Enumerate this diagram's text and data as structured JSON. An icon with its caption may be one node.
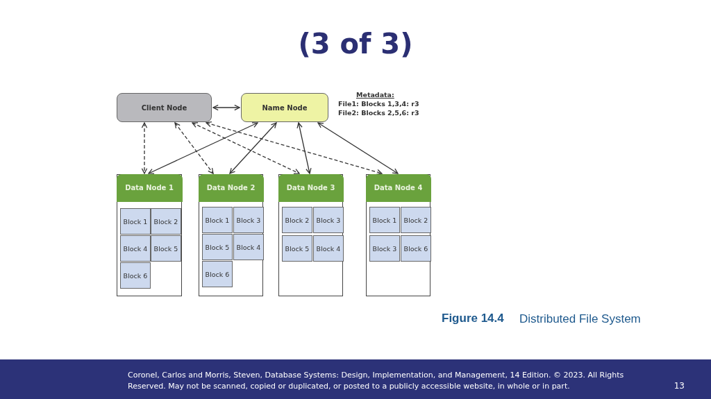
{
  "diagram": {
    "title": "(3 of 3)",
    "nodes": [
      {
        "text": [
          "Client Node"
        ]
      },
      {
        "text": [
          "Name Node"
        ]
      },
      {
        "text": [
          "Data Node 1"
        ]
      },
      {
        "text": [
          "Block 1"
        ],
        "in": 2
      },
      {
        "text": [
          "Block 2"
        ],
        "in": 2
      },
      {
        "text": [
          "Block 4"
        ],
        "in": 2
      },
      {
        "text": [
          "Block 5"
        ],
        "in": 2
      },
      {
        "text": [
          "Block 6"
        ],
        "in": 2
      },
      {
        "text": [
          "Data Node 2"
        ]
      },
      {
        "text": [
          "Block 1"
        ],
        "in": 8
      },
      {
        "text": [
          "Block 3"
        ],
        "in": 8
      },
      {
        "text": [
          "Block 5"
        ],
        "in": 8
      },
      {
        "text": [
          "Block 4"
        ],
        "in": 8
      },
      {
        "text": [
          "Block 6"
        ],
        "in": 8
      },
      {
        "text": [
          "Data Node 3"
        ]
      },
      {
        "text": [
          "Block 2"
        ],
        "in": 14
      },
      {
        "text": [
          "Block 3"
        ],
        "in": 14
      },
      {
        "text": [
          "Block 5"
        ],
        "in": 14
      },
      {
        "text": [
          "Block 4"
        ],
        "in": 14
      },
      {
        "text": [
          "Data Node 4"
        ]
      },
      {
        "text": [
          "Block 1"
        ],
        "in": 19
      },
      {
        "text": [
          "Block 2"
        ],
        "in": 19
      },
      {
        "text": [
          "Block 3"
        ],
        "in": 19
      },
      {
        "text": [
          "Block 6"
        ],
        "in": 19
      }
    ],
    "edges": [
      {
        "from": 0,
        "to": 1,
        "arrow": "both"
      },
      {
        "from": 0,
        "to": 2,
        "arrow": "both",
        "style": "dashed"
      },
      {
        "from": 0,
        "to": 8,
        "arrow": "both",
        "style": "dashed"
      },
      {
        "from": 0,
        "to": 14,
        "arrow": "both",
        "style": "dashed"
      },
      {
        "from": 0,
        "to": 19,
        "arrow": "both",
        "style": "dashed"
      },
      {
        "from": 1,
        "to": 2,
        "arrow": "both"
      },
      {
        "from": 1,
        "to": 8,
        "arrow": "both"
      },
      {
        "from": 1,
        "to": 14,
        "arrow": "both"
      },
      {
        "from": 1,
        "to": 19,
        "arrow": "both"
      }
    ],
    "labels": [
      "Metadata:",
      "File1: Blocks 1,3,4: r3",
      "File2: Blocks 2,5,6: r3",
      "Figure 14.4",
      "Distributed File System",
      "Coronel, Carlos and Morris, Steven, Database Systems: Design, Implementation, and Management, 14 Edition. © 2023. All Rights Reserved. May not be scanned, copied or duplicated, or posted to a publicly accessible website, in whole or in part.",
      "13"
    ]
  }
}
